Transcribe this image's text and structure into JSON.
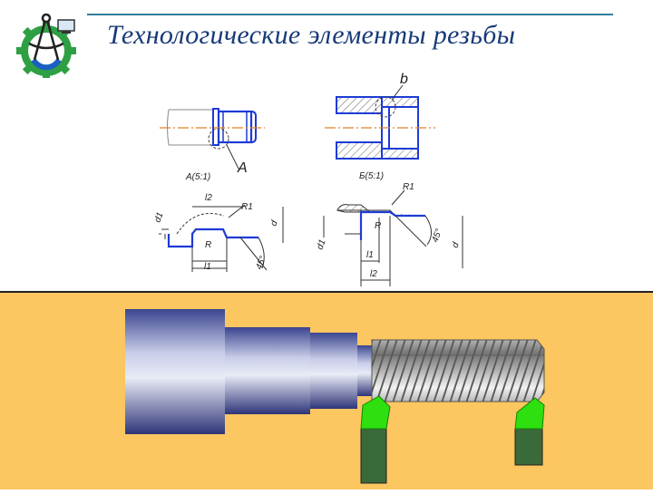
{
  "slide": {
    "title": "Технологические элементы резьбы",
    "colors": {
      "title": "#173a78",
      "drawing_lines": "#1f3bd6",
      "center_line": "#e0802a",
      "panel_background": "#fcc660",
      "cutting_tool": "#2ee00f"
    },
    "icons": [
      "compass-gear-logo-icon"
    ]
  },
  "drawing_labels": {
    "detail_a_ref": "A",
    "b_top": "b",
    "scale_a": "A(5:1)",
    "scale_b": "Б(5:1)",
    "l2_left": "l2",
    "l2_right": "l2",
    "l1_left": "l1",
    "l1_right": "l1",
    "r1_left": "R1",
    "r1_right": "R1",
    "r_left": "R",
    "r_right": "R",
    "angle_left": "45°",
    "angle_right": "45°",
    "d_left_out": "d",
    "d1_left": "d1",
    "d_right_out": "d",
    "d1_right": "d1"
  }
}
